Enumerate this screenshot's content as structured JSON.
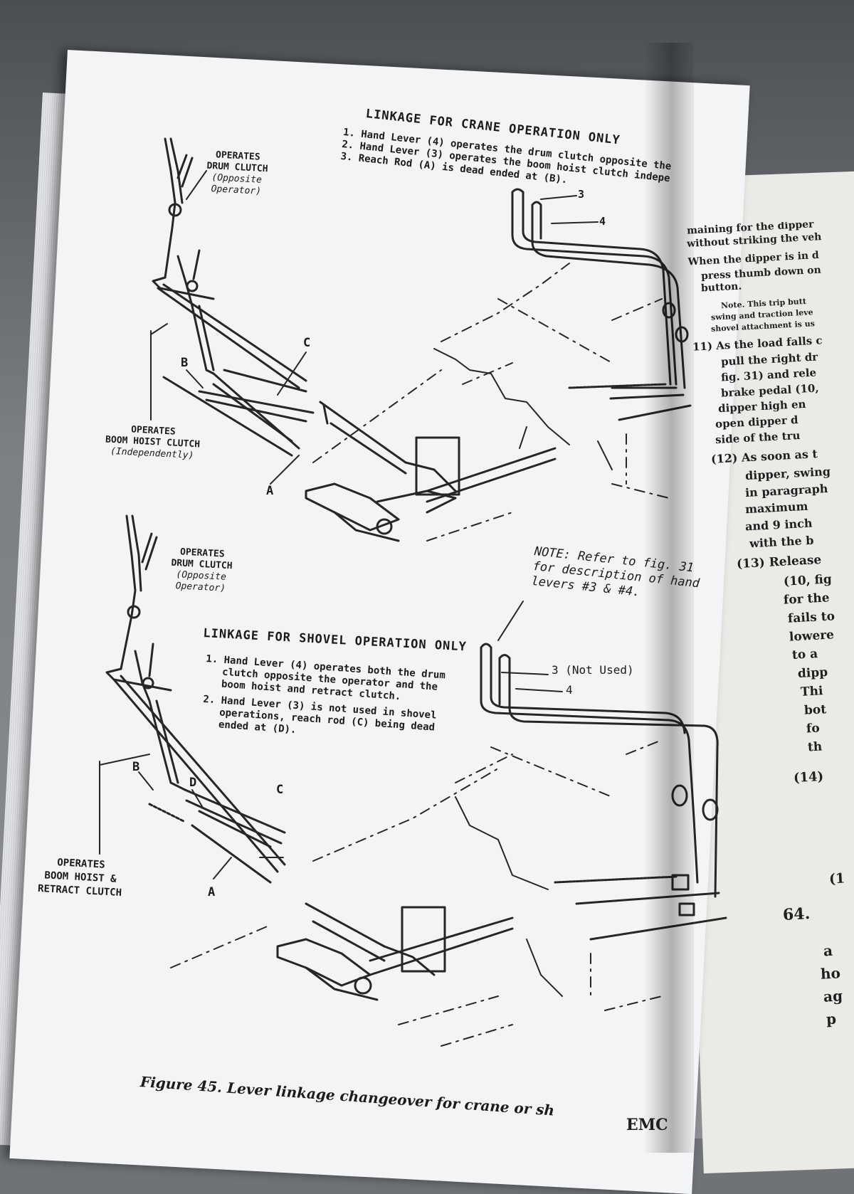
{
  "crane": {
    "title": "LINKAGE FOR CRANE OPERATION ONLY",
    "items": [
      "1. Hand Lever (4) operates the drum clutch opposite the",
      "2. Hand Lever (3) operates the boom hoist clutch indepe",
      "3. Reach Rod (A) is dead ended at (B)."
    ],
    "operates_drum_1": "OPERATES",
    "operates_drum_2": "DRUM CLUTCH",
    "operates_drum_3": "(Opposite",
    "operates_drum_4": "Operator)",
    "boom_1": "OPERATES",
    "boom_2": "BOOM HOIST CLUTCH",
    "boom_3": "(Independently)",
    "label_b": "B",
    "label_c": "C",
    "label_a": "A",
    "label_3": "3",
    "label_4": "4"
  },
  "note": {
    "line1": "NOTE:   Refer to fig. 31",
    "line2": "for description of hand",
    "line3": "levers #3 & #4."
  },
  "shovel": {
    "title": "LINKAGE FOR SHOVEL OPERATION ONLY",
    "item1_l1": "1. Hand Lever (4) operates both the drum",
    "item1_l2": "clutch opposite the operator and the",
    "item1_l3": "boom hoist and retract clutch.",
    "item2_l1": "2. Hand Lever (3) is not used in shovel",
    "item2_l2": "operations, reach rod (C) being dead",
    "item2_l3": "ended at (D).",
    "operates_drum_1": "OPERATES",
    "operates_drum_2": "DRUM CLUTCH",
    "operates_drum_3": "(Opposite",
    "operates_drum_4": "Operator)",
    "boom_1": "OPERATES",
    "boom_2": "BOOM HOIST &",
    "boom_3": "RETRACT CLUTCH",
    "label_b": "B",
    "label_d": "D",
    "label_c": "C",
    "label_a": "A",
    "label_3": "3 (Not Used)",
    "label_4": "4"
  },
  "caption": "Figure 45. Lever linkage changeover for crane or sh",
  "footer": "EMC",
  "right_page": [
    "maining for the dipper",
    "without striking the veh",
    ") When the dipper is in d",
    "press thumb down on",
    "button.",
    "Note. This trip butt",
    "swing and traction leve",
    "shovel attachment is us",
    "11) As the load falls c",
    "pull the right dr",
    "fig. 31) and rele",
    "brake pedal (10,",
    "dipper high en",
    "open dipper d",
    "side of the tru",
    "(12) As soon as t",
    "dipper, swing",
    "in paragraph",
    "maximum",
    "and 9 inch",
    "with the b",
    "(13) Release",
    "(10, fig",
    "for the",
    "fails to",
    "lowere",
    "to a",
    "dipp",
    "Thi",
    "bot",
    "fo",
    "th",
    "(14)",
    "(1",
    "64.",
    "a",
    "ho",
    "ag",
    "p"
  ]
}
